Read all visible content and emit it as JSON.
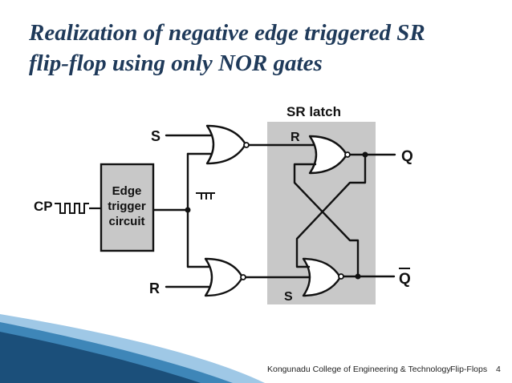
{
  "slide": {
    "title_line1": "Realization of negative edge triggered SR",
    "title_line2": "flip-flop using only NOR gates"
  },
  "diagram": {
    "latch_title": "SR latch",
    "latch_r_label": "R",
    "latch_s_label": "S",
    "input_s": "S",
    "input_r": "R",
    "clock_label": "CP",
    "edge_box_lines": [
      "Edge",
      "trigger",
      "circuit"
    ],
    "output_q": "Q",
    "output_qbar": "Q"
  },
  "footer": {
    "org": "Kongunadu College of Engineering & Technology",
    "topic": "Flip-Flops",
    "page": "4"
  },
  "colors": {
    "title": "#1f3a5a",
    "latch_fill": "#c8c8c8",
    "wave_dark": "#1b4f7a",
    "wave_mid": "#3e86b8",
    "wave_light": "#9fc8e6"
  }
}
